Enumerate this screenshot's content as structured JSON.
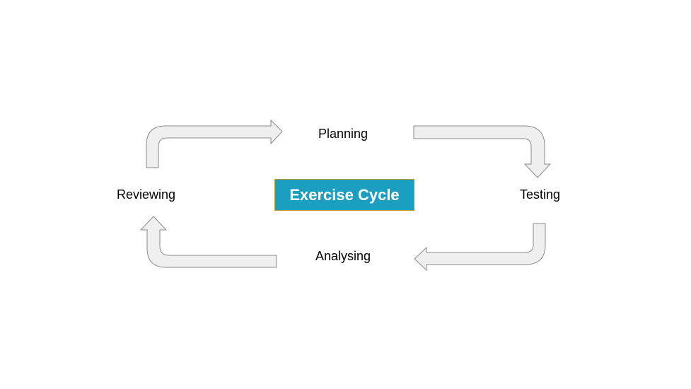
{
  "diagram": {
    "center": {
      "title": "Exercise Cycle",
      "fill_color": "#1a9fc0",
      "border_color": "#b89a2e",
      "text_color": "#ffffff"
    },
    "stages": [
      {
        "id": "planning",
        "label": "Planning"
      },
      {
        "id": "testing",
        "label": "Testing"
      },
      {
        "id": "analysing",
        "label": "Analysing"
      },
      {
        "id": "reviewing",
        "label": "Reviewing"
      }
    ],
    "arrows": [
      {
        "from": "reviewing",
        "to": "planning",
        "icon": "curved-arrow-right-icon"
      },
      {
        "from": "planning",
        "to": "testing",
        "icon": "curved-arrow-down-icon"
      },
      {
        "from": "testing",
        "to": "analysing",
        "icon": "curved-arrow-left-icon"
      },
      {
        "from": "analysing",
        "to": "reviewing",
        "icon": "curved-arrow-up-icon"
      }
    ],
    "arrow_fill": "#efefef",
    "arrow_stroke": "#8a8a8a"
  }
}
